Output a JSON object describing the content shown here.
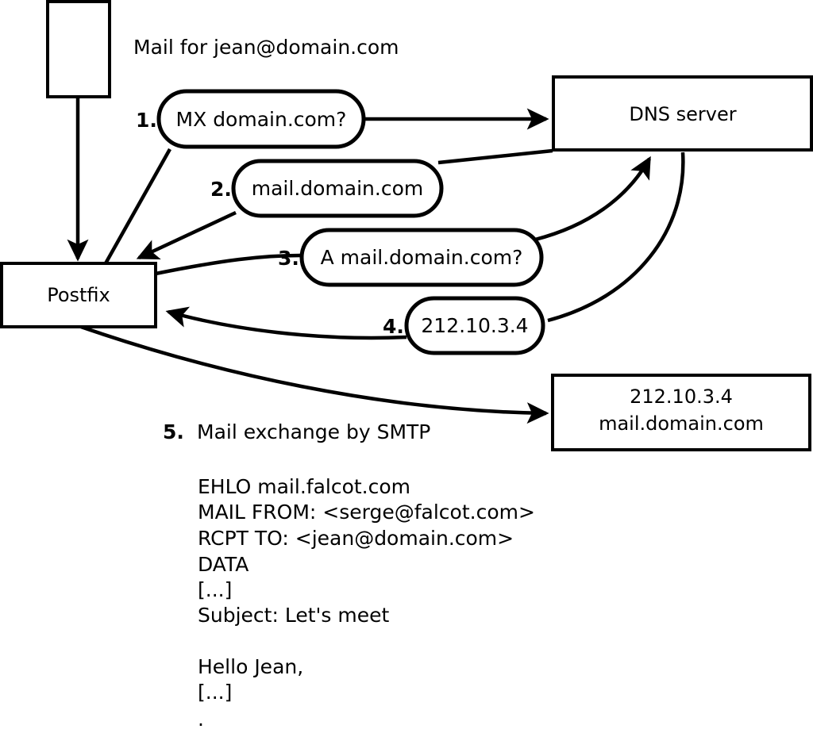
{
  "diagram": {
    "title_note": "Mail for jean@domain.com",
    "nodes": {
      "sender_box": {
        "label": ""
      },
      "postfix": {
        "label": "Postfix"
      },
      "dns_server": {
        "label": "DNS server"
      },
      "mail_server": {
        "line1": "212.10.3.4",
        "line2": "mail.domain.com"
      }
    },
    "steps": [
      {
        "num": "1.",
        "text": "MX domain.com?"
      },
      {
        "num": "2.",
        "text": "mail.domain.com"
      },
      {
        "num": "3.",
        "text": "A mail.domain.com?"
      },
      {
        "num": "4.",
        "text": "212.10.3.4"
      }
    ],
    "step5": {
      "num": "5.",
      "text": "Mail exchange by SMTP"
    },
    "transcript": [
      "EHLO mail.falcot.com",
      "MAIL FROM: <serge@falcot.com>",
      "RCPT TO: <jean@domain.com>",
      "DATA",
      "[...]",
      "Subject: Let's meet",
      "",
      "Hello Jean,",
      "[...]",
      "",
      "."
    ],
    "colors": {
      "stroke": "#000000",
      "fill": "#ffffff"
    }
  }
}
